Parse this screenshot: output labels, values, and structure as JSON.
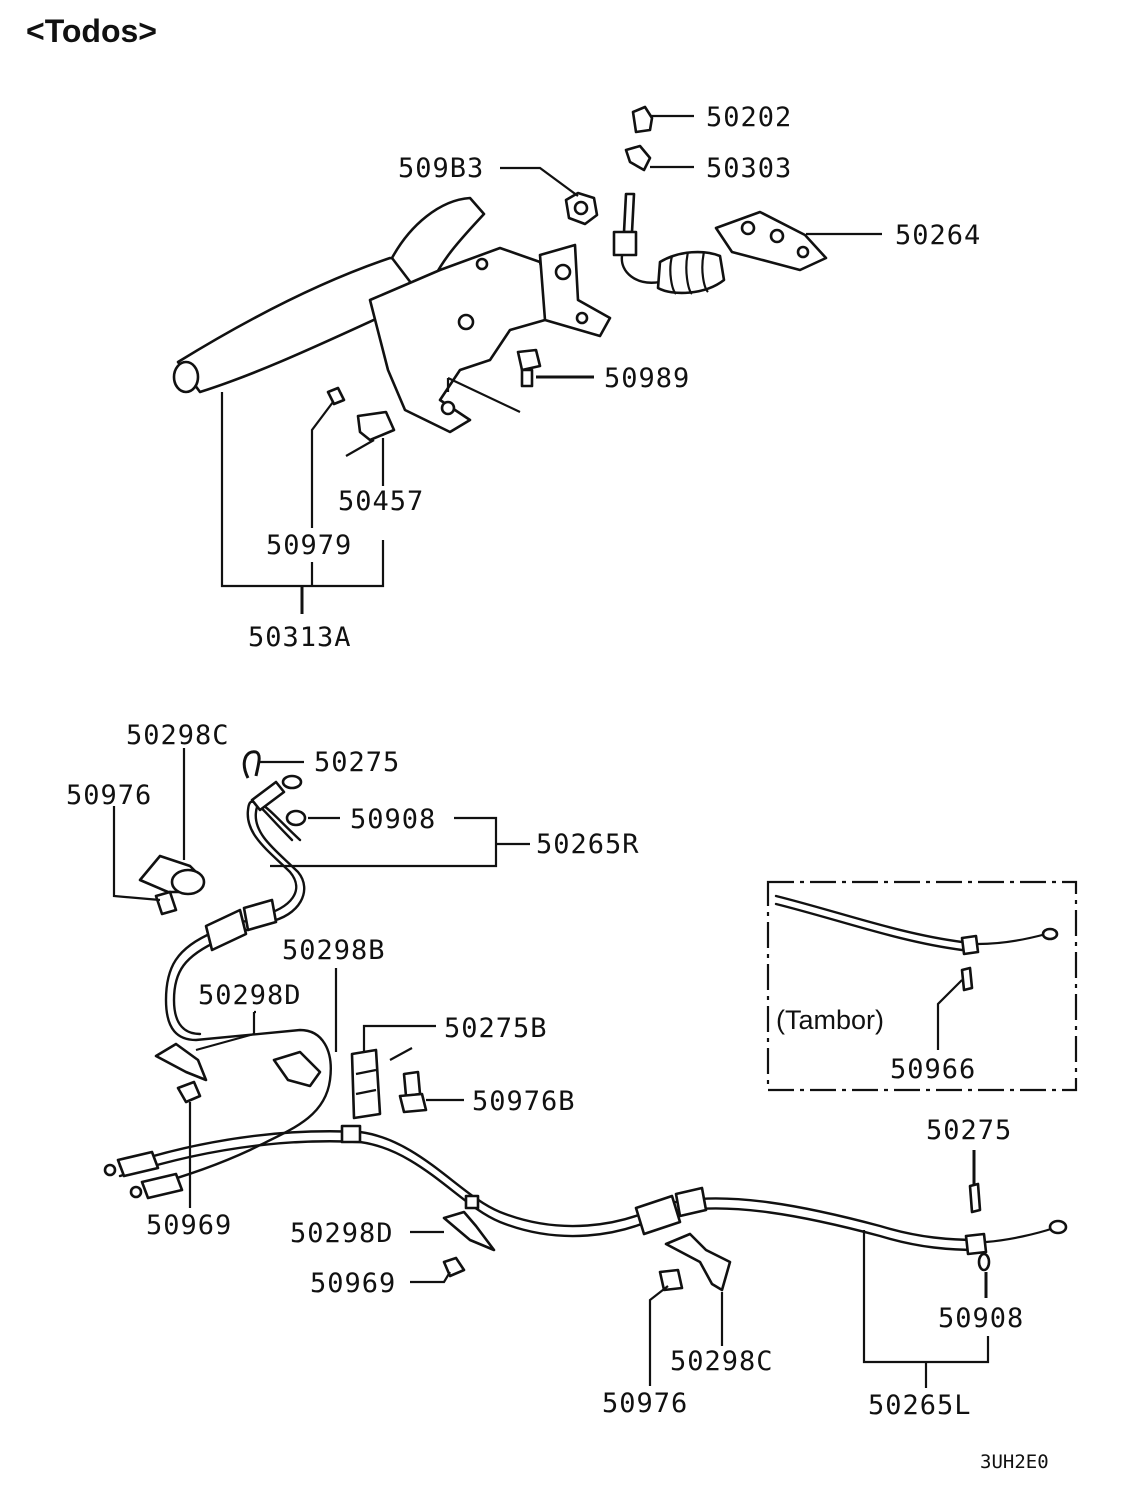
{
  "title": "<Todos>",
  "figure_code": "3UH2E0",
  "inset_caption": "(Tambor)",
  "parts": {
    "p50202": "50202",
    "p50303": "50303",
    "p509B3": "509B3",
    "p50264": "50264",
    "p50989": "50989",
    "p50457": "50457",
    "p50979": "50979",
    "p50313A": "50313A",
    "p50298C_top": "50298C",
    "p50275_top": "50275",
    "p50976_top": "50976",
    "p50908_top": "50908",
    "p50265R": "50265R",
    "p50298B": "50298B",
    "p50298D_top": "50298D",
    "p50275B": "50275B",
    "p50976B": "50976B",
    "p50969_left": "50969",
    "p50298D_bottom": "50298D",
    "p50969_bottom": "50969",
    "p50976_bottom": "50976",
    "p50298C_bottom": "50298C",
    "p50265L": "50265L",
    "p50275_right": "50275",
    "p50908_right": "50908",
    "p50966": "50966"
  }
}
